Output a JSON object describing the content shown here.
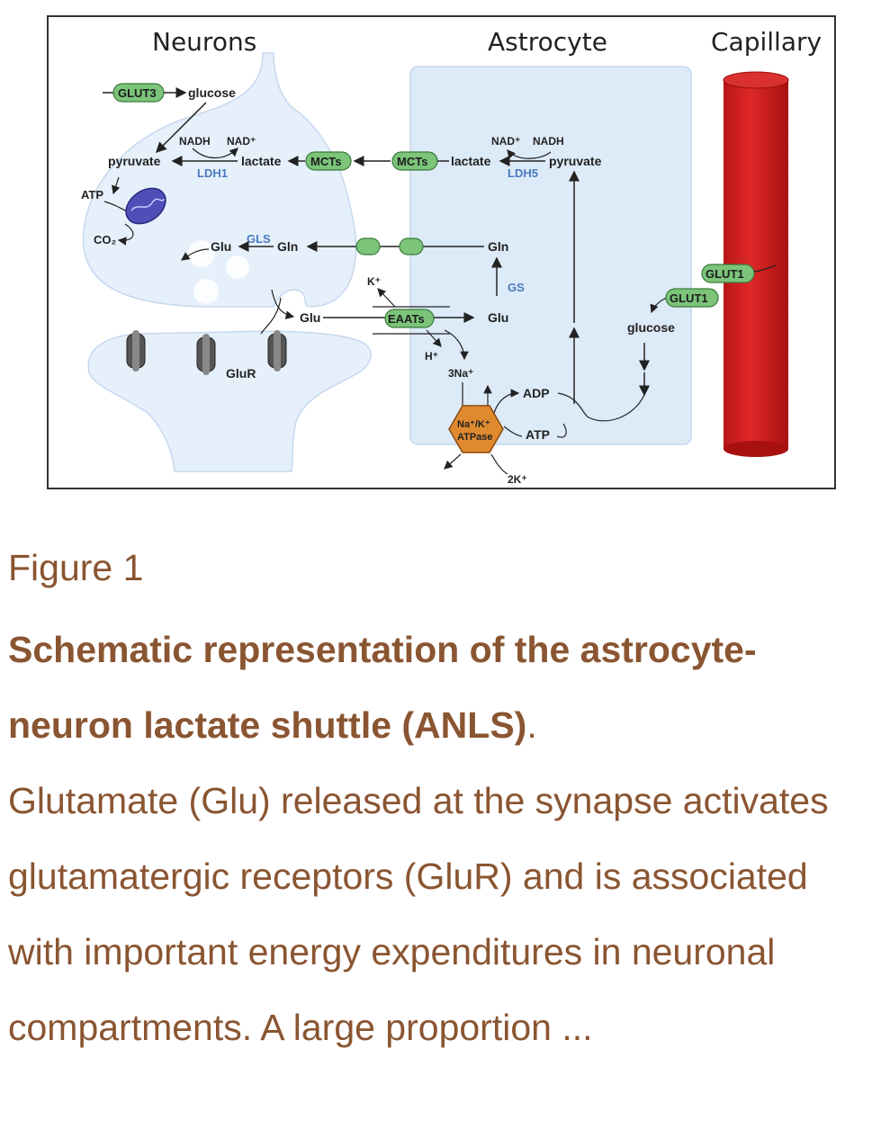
{
  "figure": {
    "headers": {
      "neurons": "Neurons",
      "astrocyte": "Astrocyte",
      "capillary": "Capillary"
    },
    "neuron": {
      "glut3": "GLUT3",
      "glucose": "glucose",
      "nadh": "NADH",
      "nad": "NAD⁺",
      "pyruvate": "pyruvate",
      "lactate": "lactate",
      "mcts": "MCTs",
      "ldh1": "LDH1",
      "atp": "ATP",
      "co2": "CO₂",
      "glu": "Glu",
      "gls": "GLS",
      "gln": "Gln",
      "glu_release": "Glu",
      "glur": "GluR"
    },
    "astrocyte": {
      "mcts": "MCTs",
      "lactate": "lactate",
      "nad": "NAD⁺",
      "nadh": "NADH",
      "ldh5": "LDH5",
      "pyruvate": "pyruvate",
      "gln": "Gln",
      "gs": "GS",
      "k": "K⁺",
      "eaats": "EAATs",
      "glu": "Glu",
      "h": "H⁺",
      "na3": "3Na⁺",
      "nak_line1": "Na⁺/K⁺",
      "nak_line2": "ATPase",
      "adp": "ADP",
      "atp": "ATP",
      "k2": "2K⁺",
      "glucose": "glucose"
    },
    "capillary": {
      "glut1_a": "GLUT1",
      "glut1_b": "GLUT1"
    }
  },
  "caption": {
    "figure_label": "Figure 1",
    "title": "Schematic representation of the astrocyte-neuron lactate shuttle (ANLS)",
    "title_end": ".",
    "body": "Glutamate (Glu) released at the synapse activates glutamatergic receptors (GluR) and is associated with important energy expenditures in neuronal compartments. A large proportion ..."
  }
}
